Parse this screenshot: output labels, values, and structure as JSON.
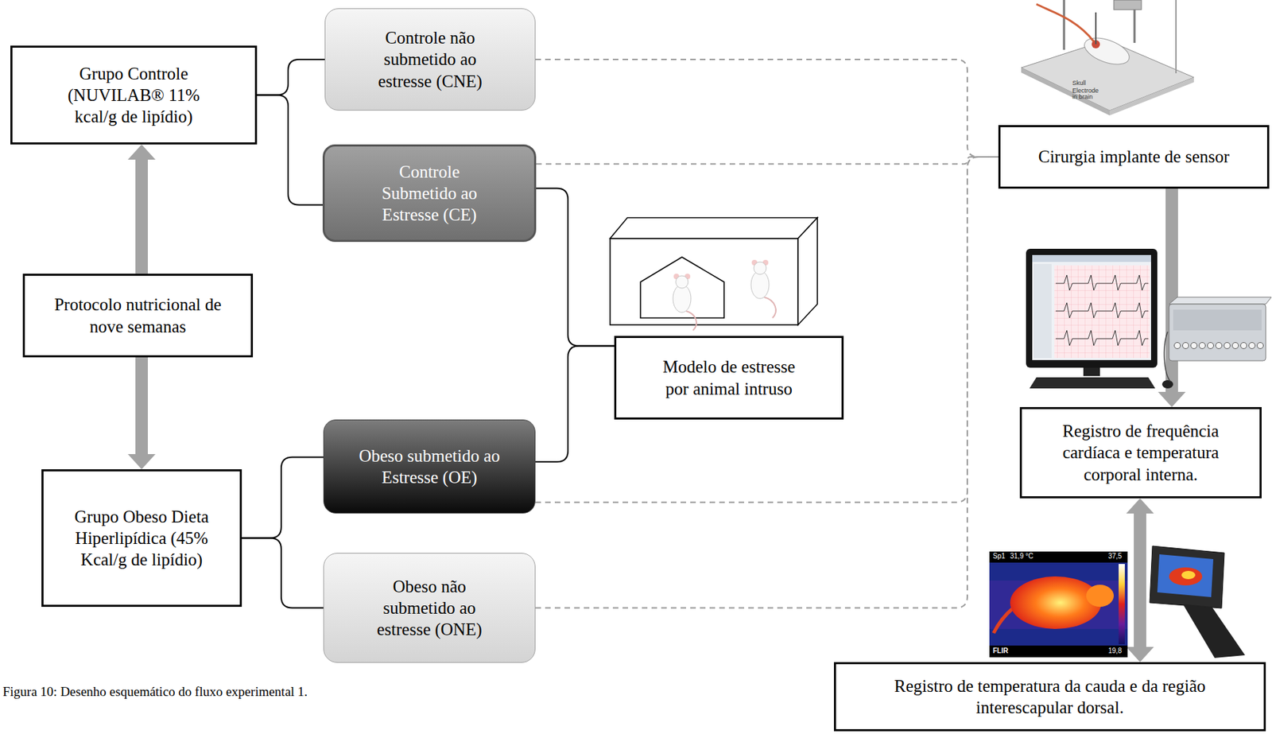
{
  "diagram": {
    "caption": "Figura 10: Desenho esquemático do fluxo experimental 1.",
    "nodes": [
      {
        "text": [
          "Grupo Controle (NUVILAB® 11% kcal/g de lipídio)"
        ]
      },
      {
        "text": [
          "Controle não submetido ao estresse (CNE)"
        ]
      },
      {
        "text": [
          "Controle Submetido ao Estresse (CE)"
        ]
      },
      {
        "text": [
          "Protocolo nutricional de nove semanas"
        ]
      },
      {
        "text": [
          "Modelo de estresse por animal intruso"
        ]
      },
      {
        "text": [
          "Obeso submetido ao Estresse (OE)"
        ]
      },
      {
        "text": [
          "Grupo Obeso Dieta Hiperlipídica (45% Kcal/g de lipídio)"
        ]
      },
      {
        "text": [
          "Obeso não submetido ao estresse (ONE)"
        ]
      },
      {
        "text": [
          "Cirurgia implante de sensor"
        ]
      },
      {
        "text": [
          "Registro de frequência cardíaca e temperatura corporal interna."
        ]
      },
      {
        "text": [
          "Registro de temperatura da cauda e da região interescapular dorsal."
        ]
      }
    ],
    "edges": [
      {
        "from": 0,
        "to": 1,
        "arrow": "none"
      },
      {
        "from": 0,
        "to": 2,
        "arrow": "none"
      },
      {
        "from": 3,
        "to": 0,
        "arrow": "to"
      },
      {
        "from": 3,
        "to": 6,
        "arrow": "to"
      },
      {
        "from": 6,
        "to": 5,
        "arrow": "none"
      },
      {
        "from": 6,
        "to": 7,
        "arrow": "none"
      },
      {
        "from": 2,
        "to": 4,
        "arrow": "none"
      },
      {
        "from": 5,
        "to": 4,
        "arrow": "none"
      },
      {
        "from": 1,
        "to": 8,
        "arrow": "none"
      },
      {
        "from": 2,
        "to": 8,
        "arrow": "none"
      },
      {
        "from": 5,
        "to": 8,
        "arrow": "none"
      },
      {
        "from": 7,
        "to": 8,
        "arrow": "none"
      },
      {
        "from": 8,
        "to": 9,
        "arrow": "to"
      },
      {
        "from": 9,
        "to": 10,
        "arrow": "both"
      }
    ],
    "labels": [
      "Skull",
      "Electrode in brain",
      "Sp1",
      "31,9 °C",
      "37,5",
      "19,8",
      "FLIR"
    ]
  }
}
